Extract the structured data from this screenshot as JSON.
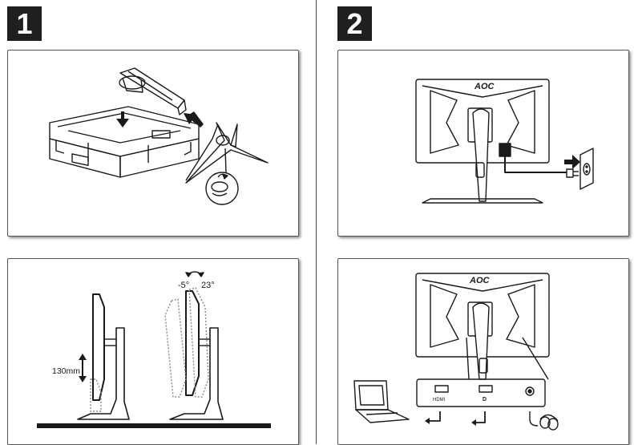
{
  "steps": [
    {
      "number": "1"
    },
    {
      "number": "2"
    }
  ],
  "panels": {
    "stand_assembly": {},
    "power_connection": {
      "brand_logo": "AOC"
    },
    "adjustment": {
      "height_label": "130mm",
      "tilt_forward": "-5°",
      "tilt_back": "23°"
    },
    "ports": {
      "brand_logo": "AOC",
      "port_hdmi": "HDMI",
      "port_dp": "D"
    }
  },
  "colors": {
    "badge": "#1f1f1f",
    "line": "#1a1a1a",
    "panel_border": "#555555"
  }
}
